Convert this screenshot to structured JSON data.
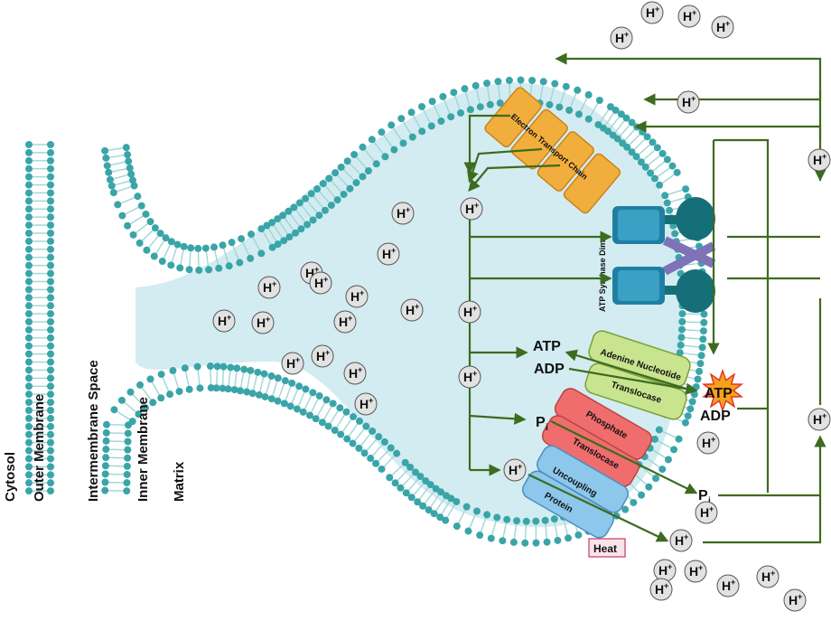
{
  "side_labels": {
    "cytosol": "Cytosol",
    "outer_membrane": "Outer Membrane",
    "intermembrane_space": "Intermembrane Space",
    "inner_membrane": "Inner Membrane",
    "matrix": "Matrix"
  },
  "complexes": {
    "etc": "Electron Transport Chain",
    "atp_synthase": "ATP Synthase Dimer",
    "ant_line1": "Adenine Nucleotide",
    "ant_line2": "Translocase",
    "pt_line1": "Phosphate",
    "pt_line2": "Translocase",
    "ucp_line1": "Uncoupling",
    "ucp_line2": "Protein"
  },
  "molecules": {
    "proton_base": "H",
    "proton_charge": "+",
    "atp": "ATP",
    "adp": "ADP",
    "pi_base": "P",
    "pi_sub": "i",
    "heat": "Heat"
  },
  "colors": {
    "membrane_head": "#3aa5a8",
    "membrane_tail": "#9fd6d6",
    "cristae_fill": "#d3ecf1",
    "arrow": "#3d6b1f",
    "etc": "#f2ae3c",
    "synthase": "#1f7fa3",
    "ant": "#c9e48f",
    "pt": "#ef6d6d",
    "ucp": "#8ec7ec",
    "atp_star": "#f7a11a"
  }
}
